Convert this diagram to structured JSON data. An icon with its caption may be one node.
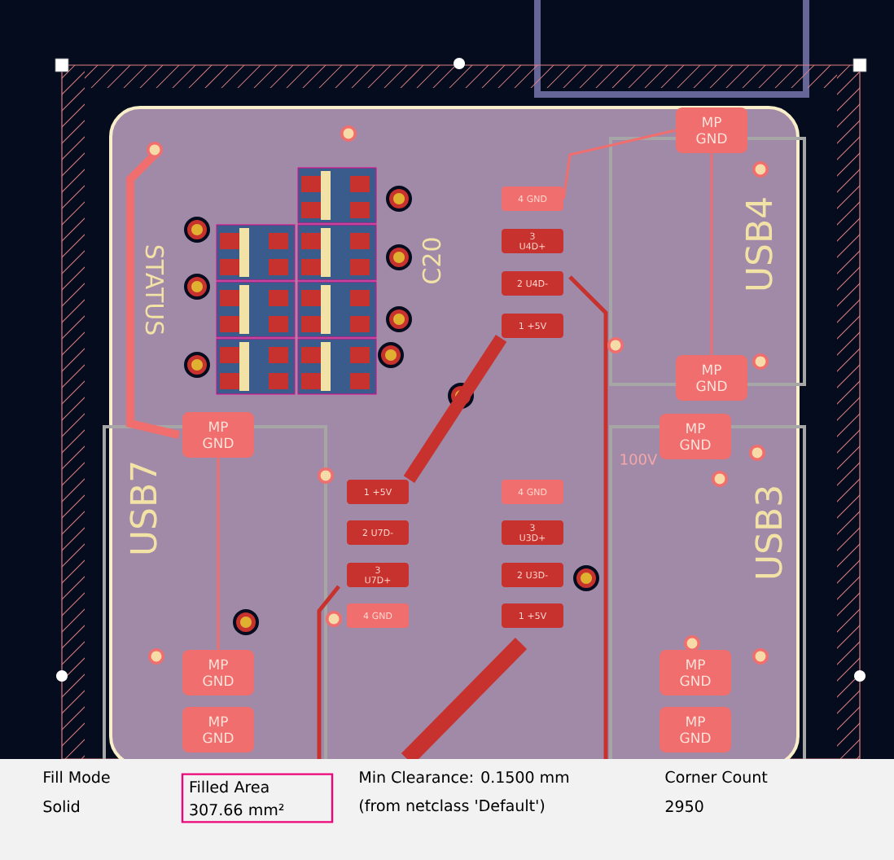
{
  "diagram": {
    "nodes": [
      {
        "text": [
          "Filled Area",
          "307.66 mm²"
        ]
      },
      {
        "text": [
          "MP GND"
        ]
      },
      {
        "text": [
          "MP GND"
        ]
      },
      {
        "text": [
          "MP GND"
        ]
      },
      {
        "text": [
          "MP GND"
        ]
      },
      {
        "text": [
          "MP GND"
        ]
      },
      {
        "text": [
          "MP GND"
        ]
      },
      {
        "text": [
          "MP GND"
        ]
      },
      {
        "text": [
          "MP GND"
        ]
      },
      {
        "text": [
          "4 GND"
        ]
      },
      {
        "text": [
          "3 U4D+"
        ]
      },
      {
        "text": [
          "2 U4D-"
        ]
      },
      {
        "text": [
          "1 +5V"
        ]
      },
      {
        "text": [
          "1 +5V"
        ]
      },
      {
        "text": [
          "2 U7D-"
        ]
      },
      {
        "text": [
          "3 U7D+"
        ]
      },
      {
        "text": [
          "4 GND"
        ]
      },
      {
        "text": [
          "4 GND"
        ]
      },
      {
        "text": [
          "3 U3D+"
        ]
      },
      {
        "text": [
          "2 U3D-"
        ]
      },
      {
        "text": [
          "1 +5V"
        ]
      }
    ],
    "edges": [
      {
        "from": 1,
        "to": 9,
        "arrow": "none"
      },
      {
        "from": 1,
        "to": 2,
        "arrow": "none"
      },
      {
        "from": 3,
        "to": 4,
        "arrow": "none"
      },
      {
        "from": 12,
        "to": 13,
        "arrow": "none",
        "style": "thick",
        "color": "#c8322e"
      }
    ],
    "labels": [
      "STATUS",
      "C20",
      "USB4",
      "USB7",
      "100V",
      "USB3",
      "Fill Mode",
      "Solid",
      "Min Clearance: 0.1500 mm",
      "(from netclass 'Default')",
      "Corner Count",
      "2950"
    ]
  }
}
